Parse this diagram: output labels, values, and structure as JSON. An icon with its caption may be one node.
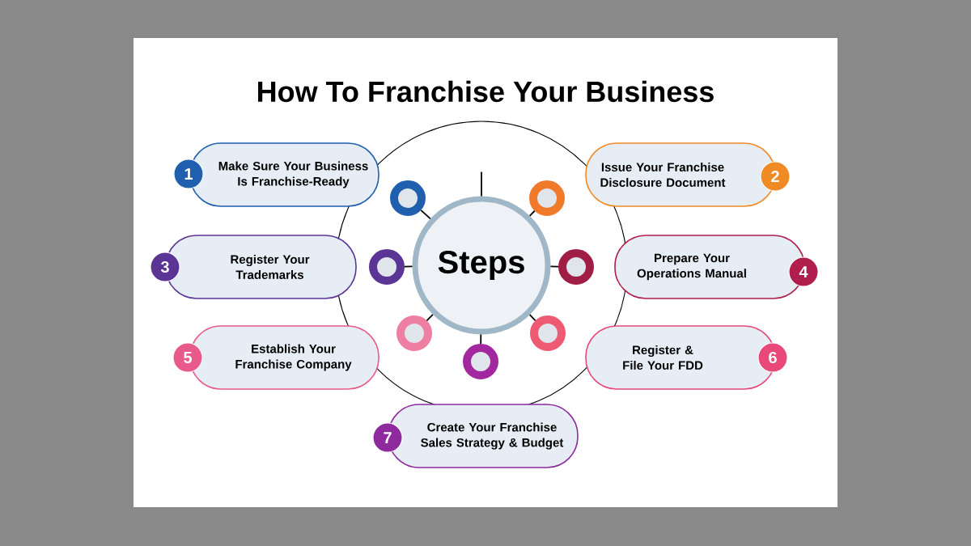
{
  "diagram": {
    "title": "How To Franchise Your Business",
    "nodes": [
      {
        "text": [
          "Steps"
        ]
      },
      {
        "text": [
          "1",
          "Make Sure Your Business Is Franchise-Ready"
        ]
      },
      {
        "text": [
          "Issue Your Franchise Disclosure Document",
          "2"
        ]
      },
      {
        "text": [
          "3",
          "Register Your Trademarks"
        ]
      },
      {
        "text": [
          "Prepare Your Operations Manual",
          "4"
        ]
      },
      {
        "text": [
          "5",
          "Establish Your Franchise Company"
        ]
      },
      {
        "text": [
          "Register & File Your FDD",
          "6"
        ]
      },
      {
        "text": [
          "7",
          "Create Your Franchise Sales Strategy & Budget"
        ]
      },
      {
        "text": [],
        "shape": "circle"
      },
      {
        "text": [],
        "shape": "circle"
      },
      {
        "text": [],
        "shape": "circle"
      },
      {
        "text": [],
        "shape": "circle"
      },
      {
        "text": [],
        "shape": "circle"
      },
      {
        "text": [],
        "shape": "circle"
      },
      {
        "text": [],
        "shape": "circle"
      }
    ],
    "edges": [
      {
        "from": 0,
        "to": null,
        "arrow": "none"
      },
      {
        "from": 0,
        "to": 8,
        "arrow": "none"
      },
      {
        "from": 0,
        "to": 9,
        "arrow": "none"
      },
      {
        "from": 0,
        "to": 10,
        "arrow": "none"
      },
      {
        "from": 0,
        "to": 11,
        "arrow": "none"
      },
      {
        "from": 0,
        "to": 12,
        "arrow": "none"
      },
      {
        "from": 0,
        "to": 13,
        "arrow": "none"
      },
      {
        "from": 0,
        "to": 14,
        "arrow": "none"
      }
    ]
  }
}
